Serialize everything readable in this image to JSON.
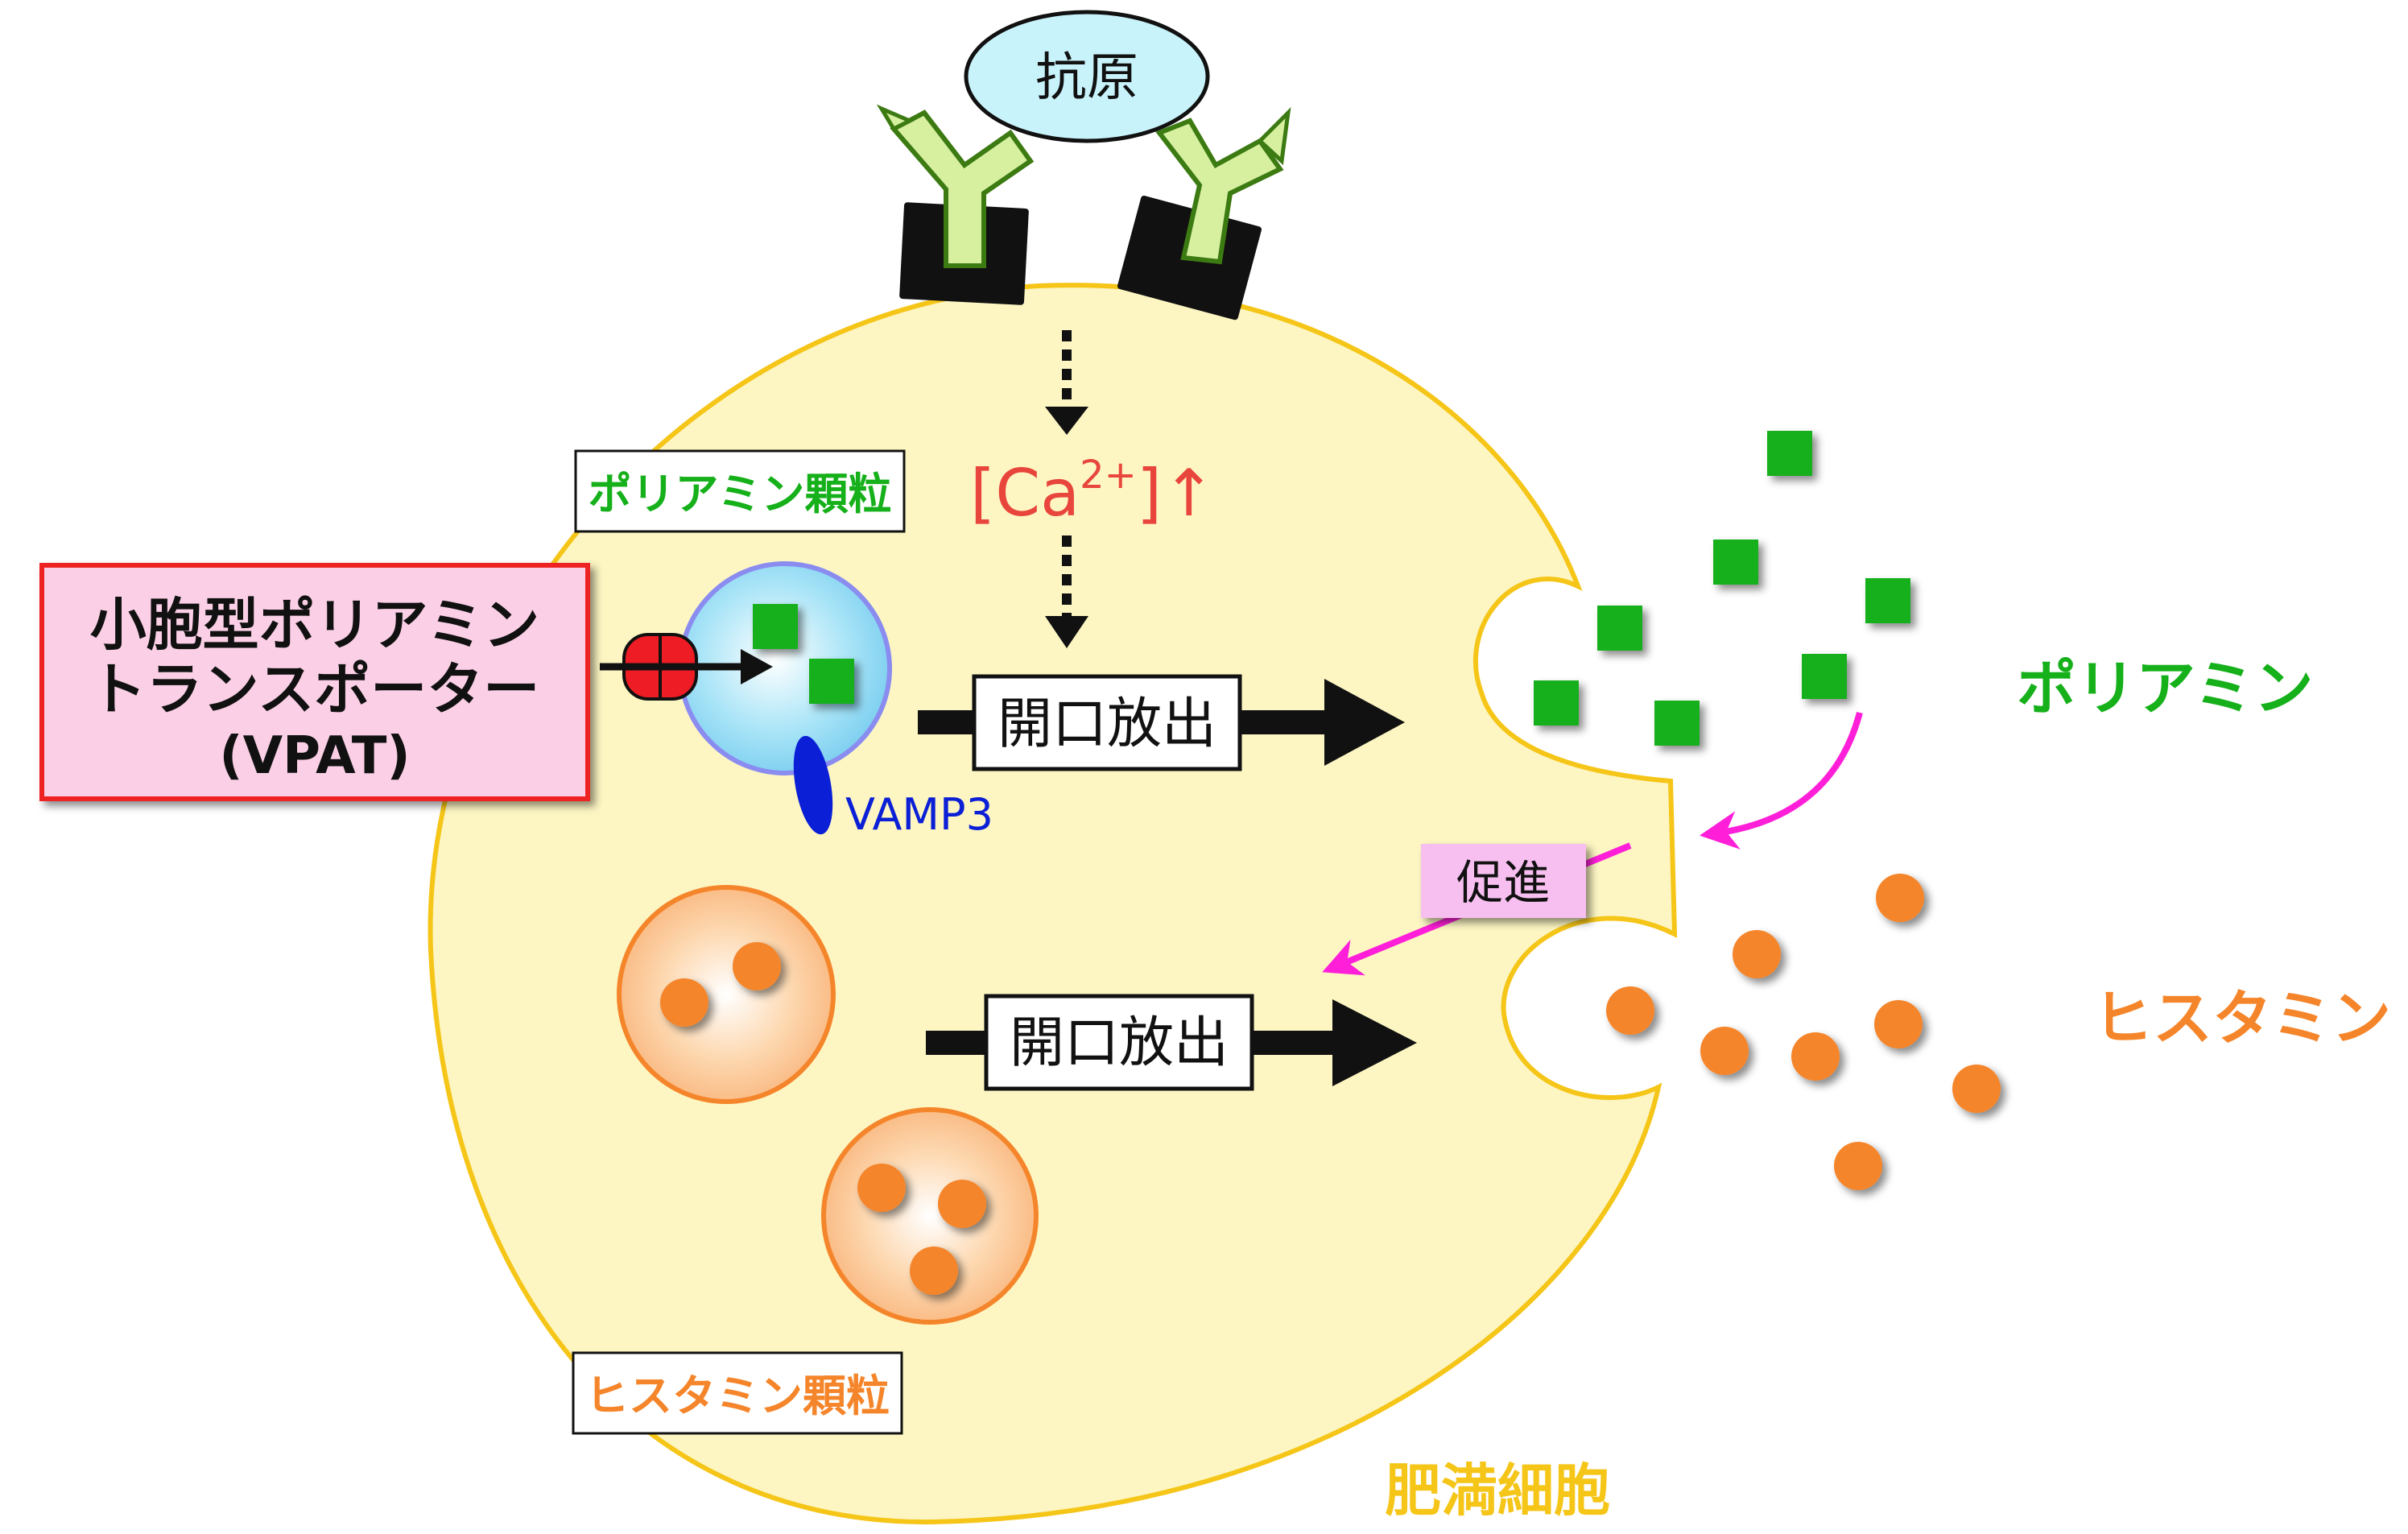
{
  "antigen": {
    "label": "抗原"
  },
  "calcium": {
    "label": "[Ca",
    "superscript": "2+",
    "suffix": "]↑"
  },
  "granules": {
    "polyamine_label": "ポリアミン顆粒",
    "histamine_label": "ヒスタミン顆粒"
  },
  "vpat": {
    "line1": "小胞型ポリアミン",
    "line2": "トランスポーター",
    "line3": "(VPAT)"
  },
  "vamp3": {
    "label": "VAMP3"
  },
  "exocytosis": {
    "polyamine_label": "開口放出",
    "histamine_label": "開口放出"
  },
  "promotion": {
    "label": "促進"
  },
  "released": {
    "polyamine_label": "ポリアミン",
    "histamine_label": "ヒスタミン"
  },
  "cell": {
    "label": "肥満細胞"
  },
  "colors": {
    "cell_fill": "#fdf6c3",
    "cell_stroke": "#f5c518",
    "polyamine_green": "#15b01a",
    "histamine_orange": "#f5852a",
    "calcium_red": "#e8453c",
    "vamp_blue": "#0a1fd6",
    "vpat_box_fill": "#fbd0e6",
    "vpat_box_stroke": "#ee2020",
    "promotion_fill": "#f7bff0",
    "promotion_arrow": "#ff1fd9",
    "antigen_fill": "#c9f3fb",
    "antibody_fill": "#d6f0a0",
    "antibody_stroke": "#3c7a12"
  }
}
